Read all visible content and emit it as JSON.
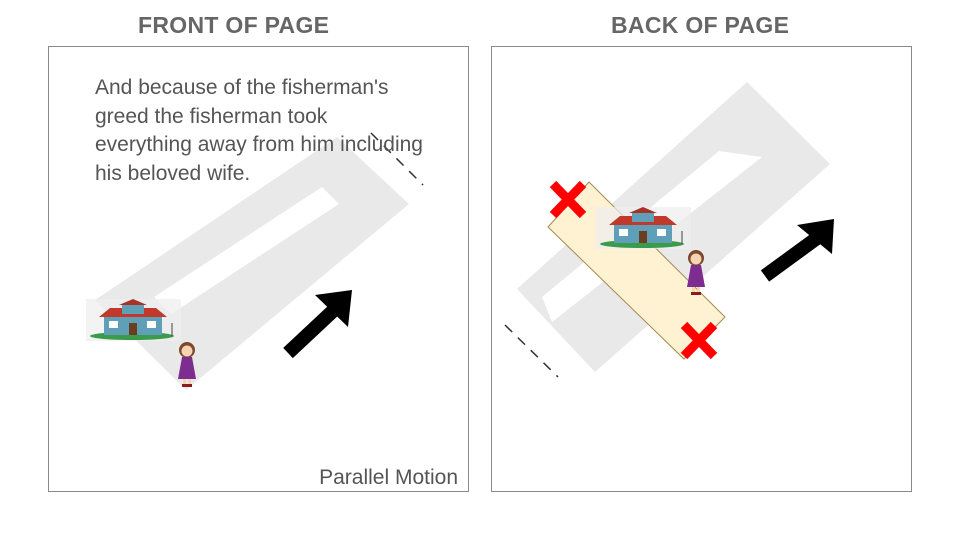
{
  "headings": {
    "front": "FRONT OF PAGE",
    "back": "BACK OF PAGE"
  },
  "front_page": {
    "story_lines": [
      "And because of the fisherman's",
      "greed the fisherman took",
      "everything away from him including",
      "his beloved wife."
    ],
    "caption": "Parallel Motion"
  },
  "icons": {
    "house": "house-icon",
    "woman": "woman-figure-icon",
    "arrow": "up-right-arrow-icon",
    "cross": "red-x-mark-icon",
    "cut_line": "dashed-cut-line-icon"
  },
  "colors": {
    "heading": "#666666",
    "text": "#555555",
    "path": "#e9e9e9",
    "slider": "#fff2d2",
    "cross": "#ff0000",
    "arrow": "#000000"
  }
}
